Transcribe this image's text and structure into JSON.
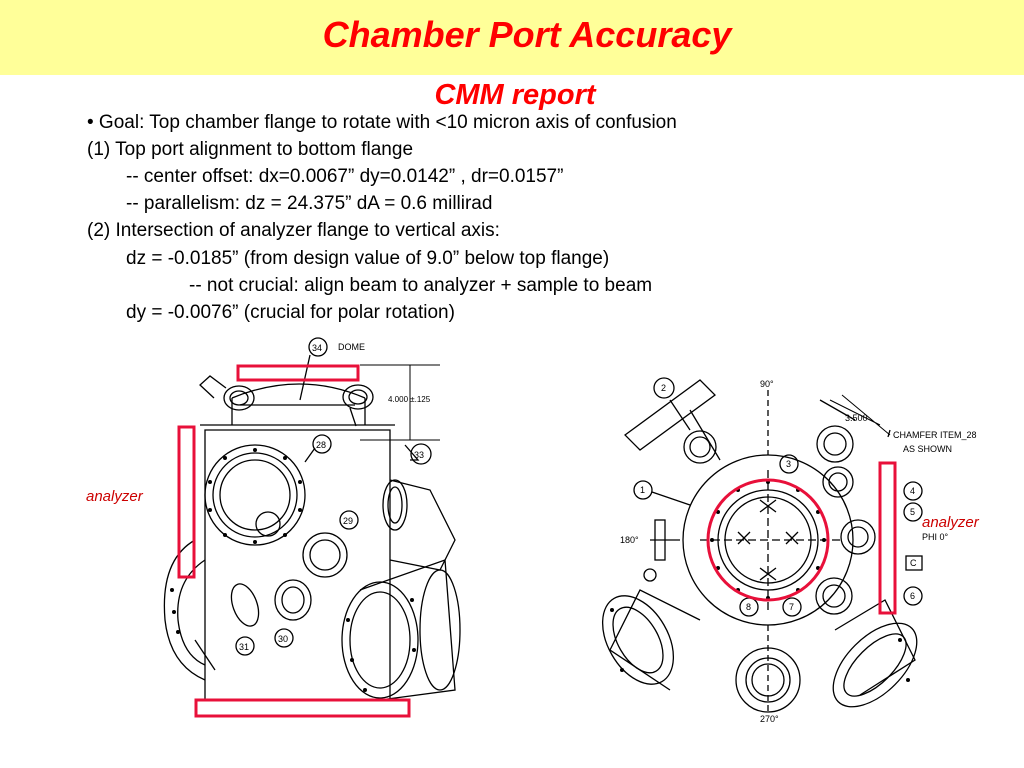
{
  "slide": {
    "title": "Chamber Port Accuracy",
    "subtitle": "CMM report",
    "lines": [
      "• Goal: Top chamber flange to rotate with <10 micron axis of confusion",
      "(1) Top port alignment to bottom flange",
      "-- center offset: dx=0.0067” dy=0.0142”  , dr=0.0157”",
      "-- parallelism: dz = 24.375”   dA = 0.6 millirad",
      "(2) Intersection of analyzer flange to vertical axis:",
      "dz = -0.0185” (from design value of 9.0” below top flange)",
      "-- not crucial: align beam to analyzer + sample to beam",
      "dy = -0.0076” (crucial for polar rotation)"
    ]
  },
  "left_drawing": {
    "analyzer_label": "analyzer",
    "callouts": {
      "dome_num": "34",
      "dome": "DOME",
      "dim": "4.000 ±.125",
      "n33": "33",
      "n28": "28",
      "n29": "29",
      "n30": "30",
      "n31": "31"
    }
  },
  "right_drawing": {
    "analyzer_label": "analyzer",
    "callouts": {
      "deg90": "90°",
      "deg180": "180°",
      "deg270": "270°",
      "phi0": "PHI 0°",
      "dim": "3.500",
      "chamfer1": "CHAMFER ITEM_28",
      "chamfer2": "AS SHOWN",
      "n1": "1",
      "n2": "2",
      "n3": "3",
      "n4": "4",
      "n5": "5",
      "n6": "6",
      "n7": "7",
      "n8": "8",
      "c": "C"
    }
  },
  "colors": {
    "title": "#ff0000",
    "title_bg": "#ffff99",
    "highlight": "#e8103a"
  }
}
